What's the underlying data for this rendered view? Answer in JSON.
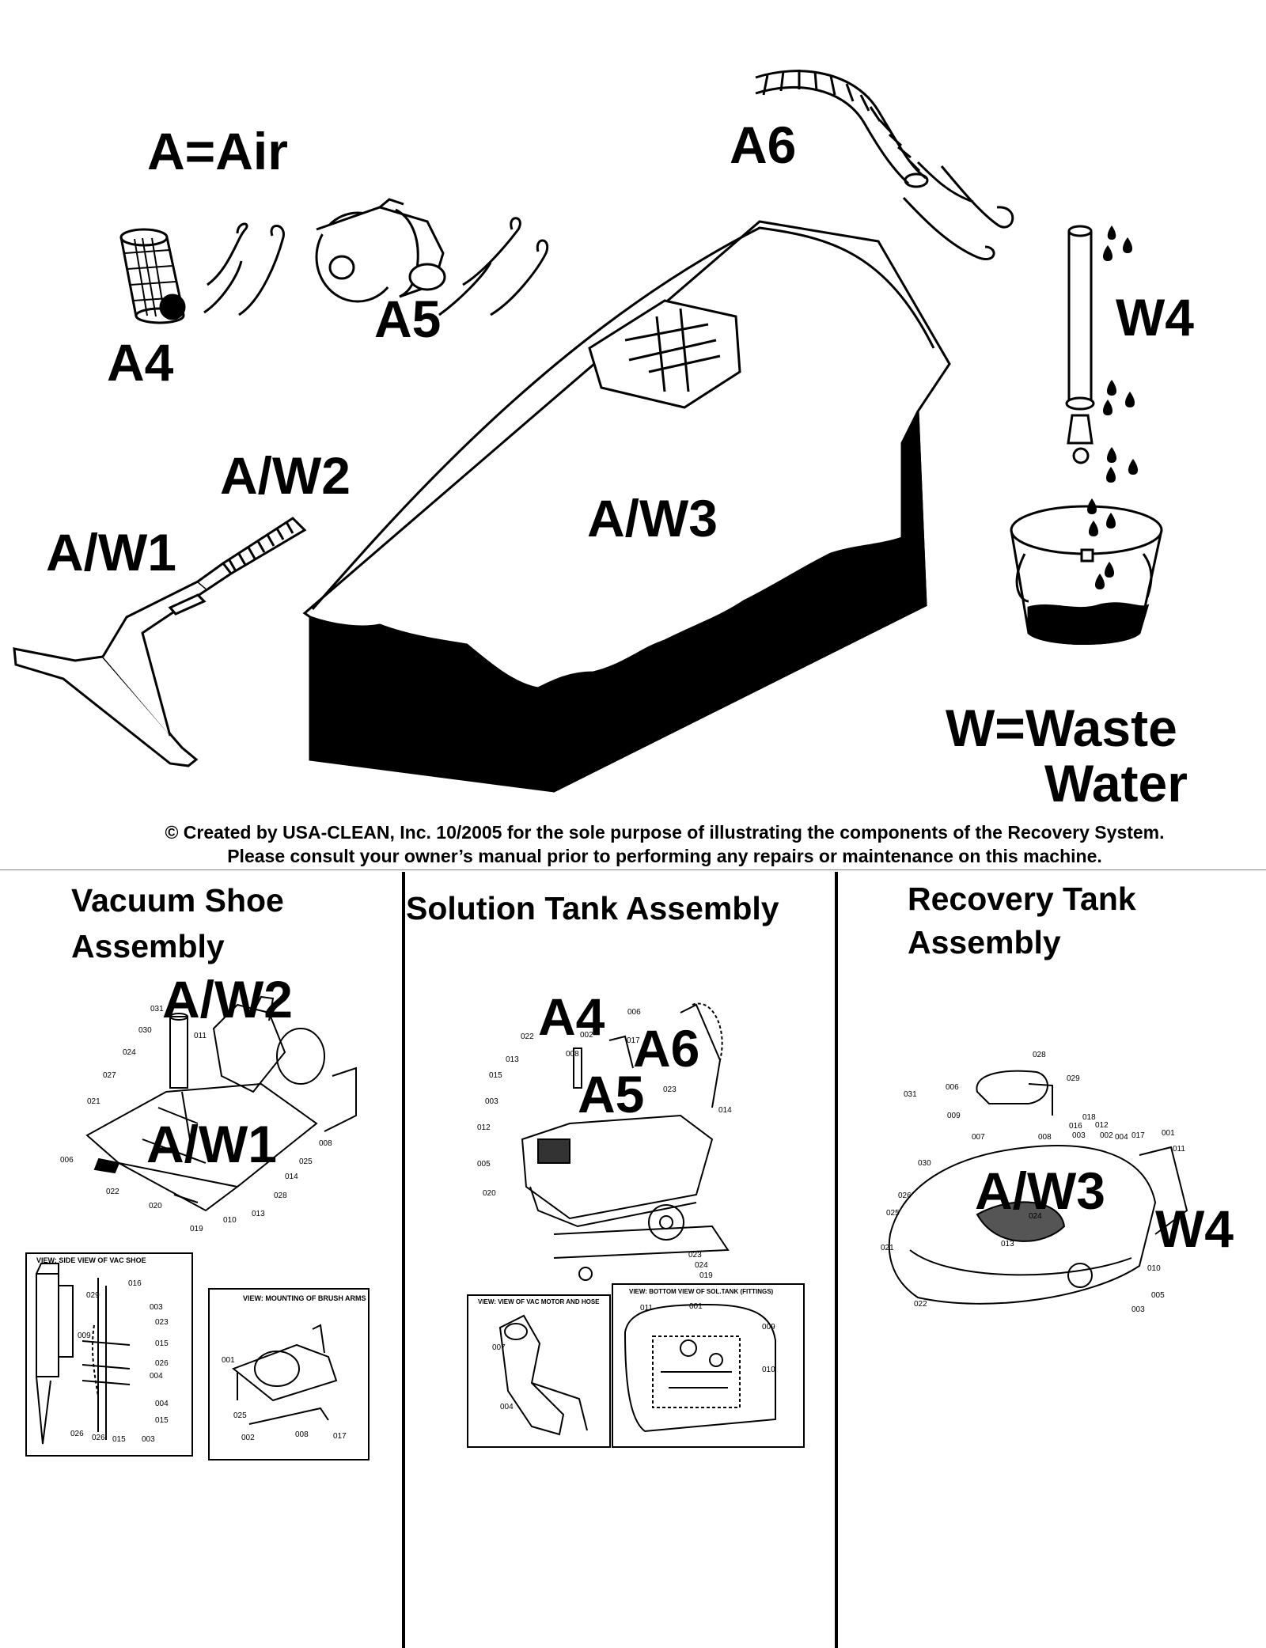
{
  "top": {
    "legend_air": "A=Air",
    "legend_water_line1": "W=Waste",
    "legend_water_line2": "Water",
    "labels": {
      "a4": "A4",
      "a5": "A5",
      "a6": "A6",
      "aw1": "A/W1",
      "aw2": "A/W2",
      "aw3": "A/W3",
      "w4": "W4"
    },
    "copyright_line1": "© Created by USA-CLEAN, Inc. 10/2005 for the sole purpose of illustrating the components of the Recovery System.",
    "copyright_line2": "Please consult your owner’s manual prior to performing any repairs or maintenance on this machine."
  },
  "sections": [
    {
      "title_line1": "Vacuum Shoe",
      "title_line2": "Assembly",
      "labels": [
        "A/W2",
        "A/W1"
      ],
      "part_numbers": [
        "031",
        "030",
        "011",
        "024",
        "027",
        "021",
        "006",
        "022",
        "020",
        "019",
        "010",
        "013",
        "028",
        "014",
        "025",
        "008"
      ],
      "views": [
        {
          "title": "VIEW: SIDE VIEW OF VAC SHOE",
          "part_numbers": [
            "029",
            "016",
            "009",
            "003",
            "023",
            "015",
            "026",
            "004",
            "004",
            "015",
            "026",
            "026",
            "015",
            "003"
          ]
        },
        {
          "title": "VIEW: MOUNTING OF BRUSH ARMS",
          "part_numbers": [
            "001",
            "025",
            "002",
            "008",
            "017"
          ]
        }
      ]
    },
    {
      "title_line1": "Solution Tank Assembly",
      "labels": [
        "A4",
        "A6",
        "A5"
      ],
      "part_numbers": [
        "006",
        "022",
        "002",
        "017",
        "008",
        "013",
        "015",
        "023",
        "003",
        "014",
        "012",
        "005",
        "020",
        "023",
        "024",
        "019"
      ],
      "views": [
        {
          "title": "VIEW: VIEW OF VAC MOTOR AND HOSE",
          "part_numbers": [
            "007",
            "004"
          ]
        },
        {
          "title": "VIEW: BOTTOM VIEW OF SOL.TANK (FITTINGS)",
          "part_numbers": [
            "011",
            "001",
            "009",
            "010"
          ]
        }
      ]
    },
    {
      "title_line1": "Recovery Tank",
      "title_line2": "Assembly",
      "labels": [
        "A/W3",
        "W4"
      ],
      "part_numbers": [
        "028",
        "029",
        "031",
        "006",
        "009",
        "007",
        "008",
        "016",
        "018",
        "003",
        "012",
        "002",
        "004",
        "017",
        "001",
        "011",
        "030",
        "026",
        "025",
        "021",
        "024",
        "013",
        "022",
        "010",
        "005",
        "003"
      ]
    }
  ]
}
